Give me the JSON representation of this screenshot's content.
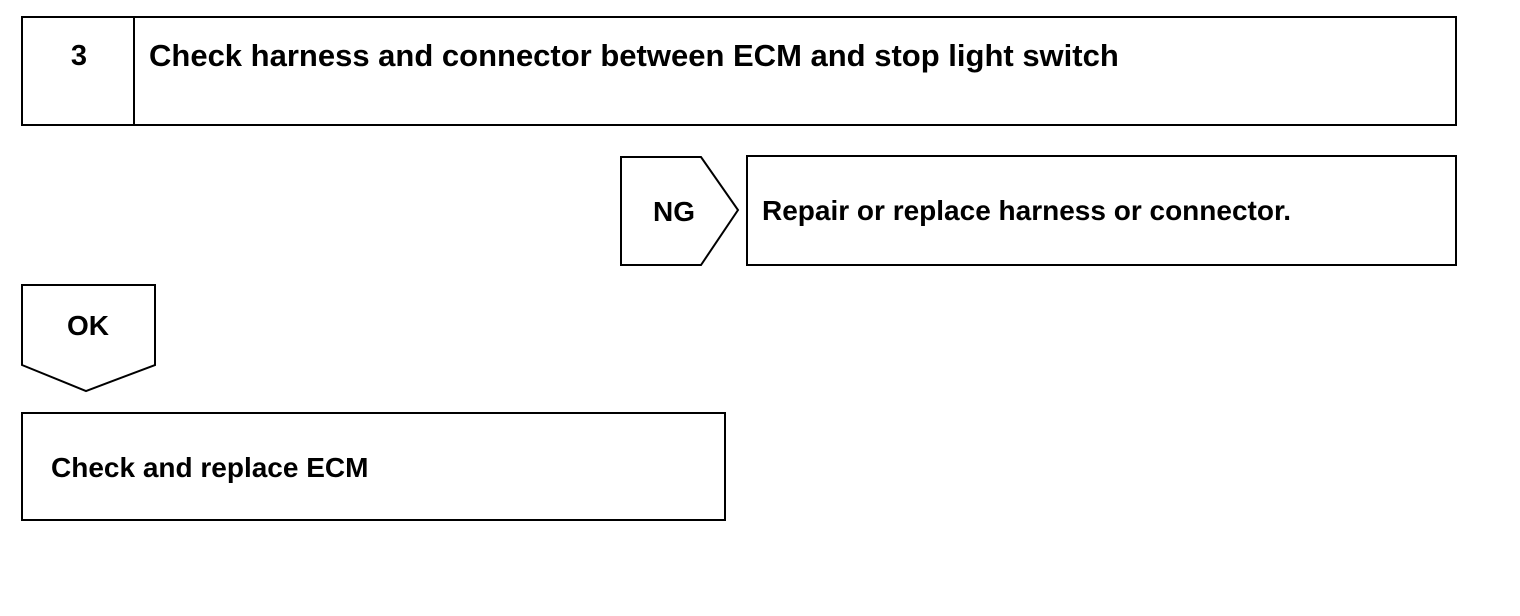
{
  "step": {
    "number": "3",
    "title": "Check harness and connector between ECM and stop light switch"
  },
  "ng_branch": {
    "label": "NG",
    "action": "Repair or replace harness or connector."
  },
  "ok_branch": {
    "label": "OK",
    "action": "Check and replace ECM"
  },
  "colors": {
    "line": "#000000",
    "background": "#ffffff"
  }
}
